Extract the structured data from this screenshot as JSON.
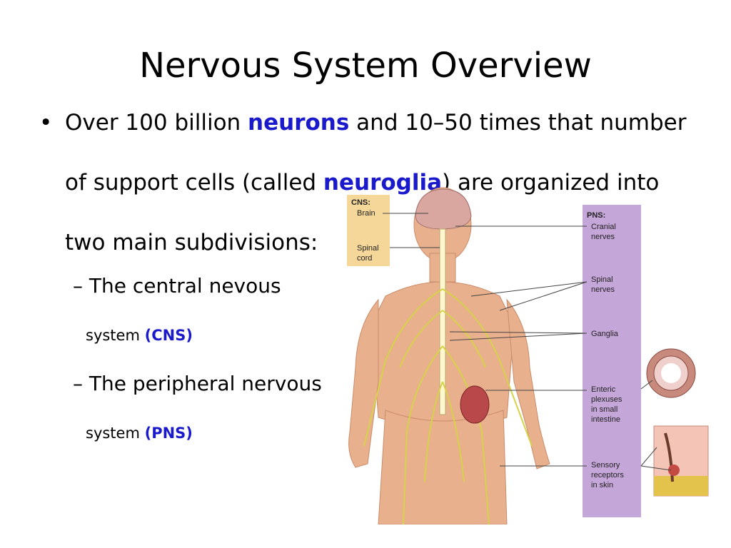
{
  "slide": {
    "title": "Nervous System Overview",
    "bullet_symbol": "•",
    "bullet_parts": {
      "p1": "Over 100 billion ",
      "h1": "neurons",
      "p2": " and 10–50 times that number of support cells (called ",
      "h2": "neuroglia",
      "p3": ") are organized into two main subdivisions:"
    },
    "sub1": {
      "dash": "–",
      "line1": "The central nevous",
      "line2": "system ",
      "abbr": "(CNS)"
    },
    "sub2": {
      "dash": "–",
      "line1": "The peripheral nervous",
      "line2": "system ",
      "abbr": "(PNS)"
    },
    "colors": {
      "highlight": "#1a1acc",
      "cns_box": "#f5d79a",
      "pns_box": "#c4a6d8"
    }
  },
  "figure": {
    "cns": {
      "heading": "CNS:",
      "brain": "Brain",
      "spinal": "Spinal",
      "cord": "cord"
    },
    "pns": {
      "heading": "PNS:",
      "cranial": [
        "Cranial",
        "nerves"
      ],
      "spinal": [
        "Spinal",
        "nerves"
      ],
      "ganglia": [
        "Ganglia"
      ],
      "enteric": [
        "Enteric",
        "plexuses",
        "in small",
        "intestine"
      ],
      "sensory": [
        "Sensory",
        "receptors",
        "in skin"
      ]
    }
  }
}
